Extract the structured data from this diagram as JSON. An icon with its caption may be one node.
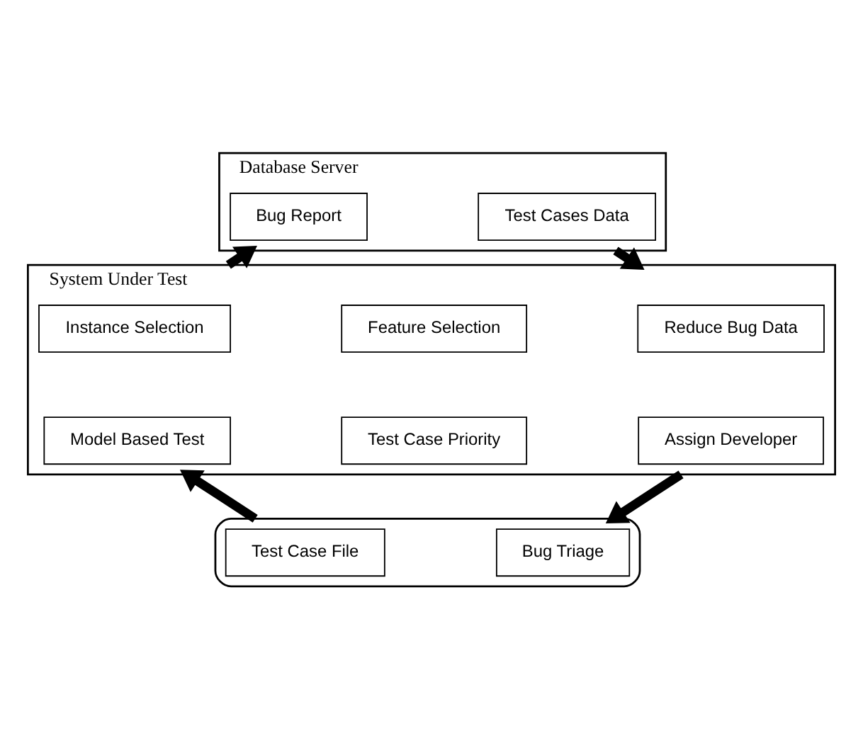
{
  "diagram": {
    "nodes": [
      {
        "text": [
          "Database Server"
        ]
      },
      {
        "text": [
          "Bug Report"
        ],
        "in": 0
      },
      {
        "text": [
          "Test Cases Data"
        ],
        "in": 0
      },
      {
        "text": [
          "System Under Test"
        ]
      },
      {
        "text": [
          "Instance Selection"
        ],
        "in": 3
      },
      {
        "text": [
          "Feature Selection"
        ],
        "in": 3
      },
      {
        "text": [
          "Reduce Bug Data"
        ],
        "in": 3
      },
      {
        "text": [
          "Model Based Test"
        ],
        "in": 3
      },
      {
        "text": [
          "Test Case Priority"
        ],
        "in": 3
      },
      {
        "text": [
          "Assign Developer"
        ],
        "in": 3
      },
      {
        "text": [],
        "shape": "box"
      },
      {
        "text": [
          "Test Case File"
        ],
        "in": 10
      },
      {
        "text": [
          "Bug Triage"
        ],
        "in": 10
      }
    ],
    "edges": [
      {
        "from": 3,
        "to": 0,
        "arrow": "to"
      },
      {
        "from": 0,
        "to": 3,
        "arrow": "to"
      },
      {
        "from": 10,
        "to": 3,
        "arrow": "to"
      },
      {
        "from": 3,
        "to": 10,
        "arrow": "to"
      }
    ]
  }
}
